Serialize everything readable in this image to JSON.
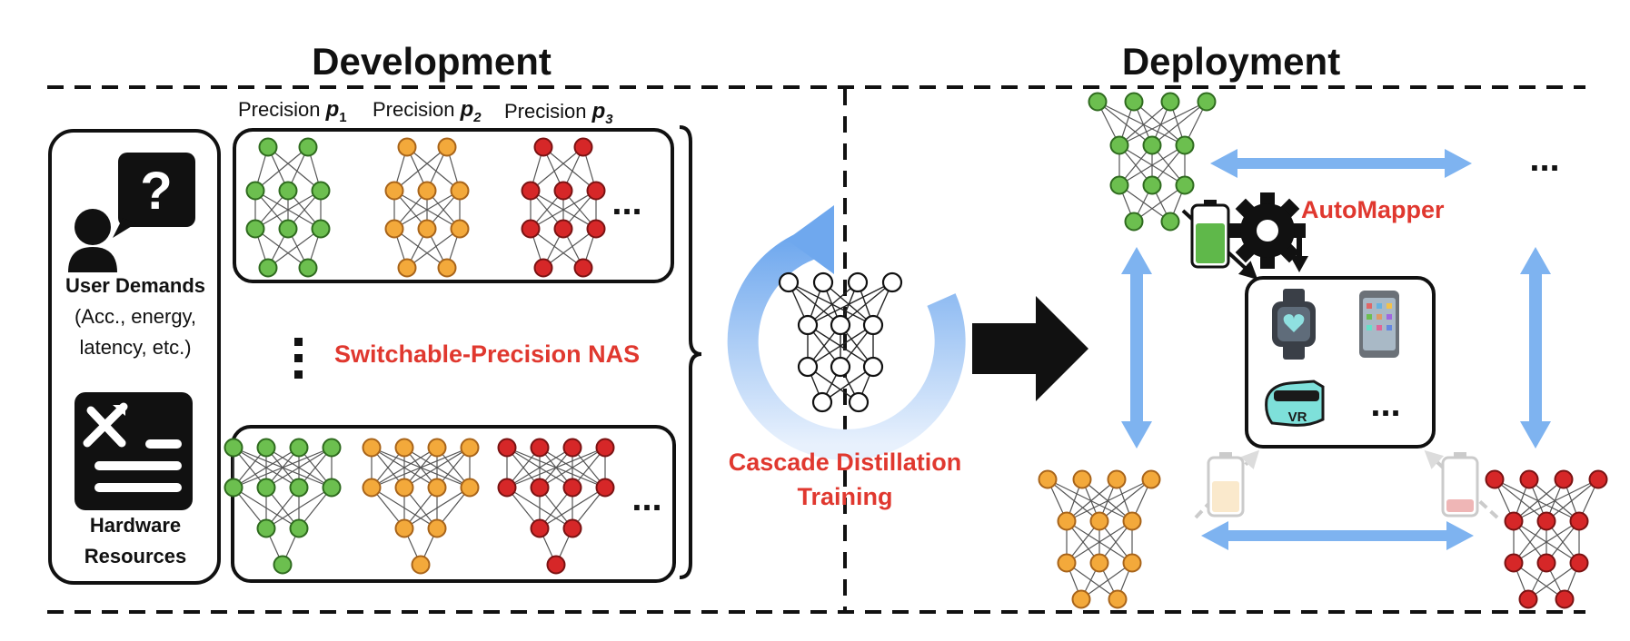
{
  "titles": {
    "development": "Development",
    "deployment": "Deployment"
  },
  "precision_labels": [
    {
      "prefix": "Precision ",
      "symbol": "p",
      "sub": "1"
    },
    {
      "prefix": "Precision ",
      "symbol": "p",
      "sub": "2"
    },
    {
      "prefix": "Precision ",
      "symbol": "p",
      "sub": "3"
    }
  ],
  "user_panel": {
    "user_demands_title": "User Demands",
    "user_demands_line1": "(Acc., energy,",
    "user_demands_line2": "latency, etc.)",
    "hardware_line1": "Hardware",
    "hardware_line2": "Resources",
    "question_glyph": "?"
  },
  "labels": {
    "nas": "Switchable-Precision NAS",
    "cascade_line1": "Cascade Distillation",
    "cascade_line2": "Training",
    "automapper": "AutoMapper",
    "ellipsis": "...",
    "vr": "VR"
  },
  "colors": {
    "precision_1": "#6cbf4f",
    "precision_2": "#f3a93b",
    "precision_3": "#d62728",
    "highlight_text": "#e0382f",
    "bidirectional_arrow": "#7eb3f0"
  },
  "icons": [
    "user-icon",
    "question-bubble-icon",
    "tools-icon",
    "battery-icon",
    "gear-icon",
    "smartwatch-icon",
    "smartphone-icon",
    "vr-headset-icon",
    "cycle-arrow-icon"
  ]
}
